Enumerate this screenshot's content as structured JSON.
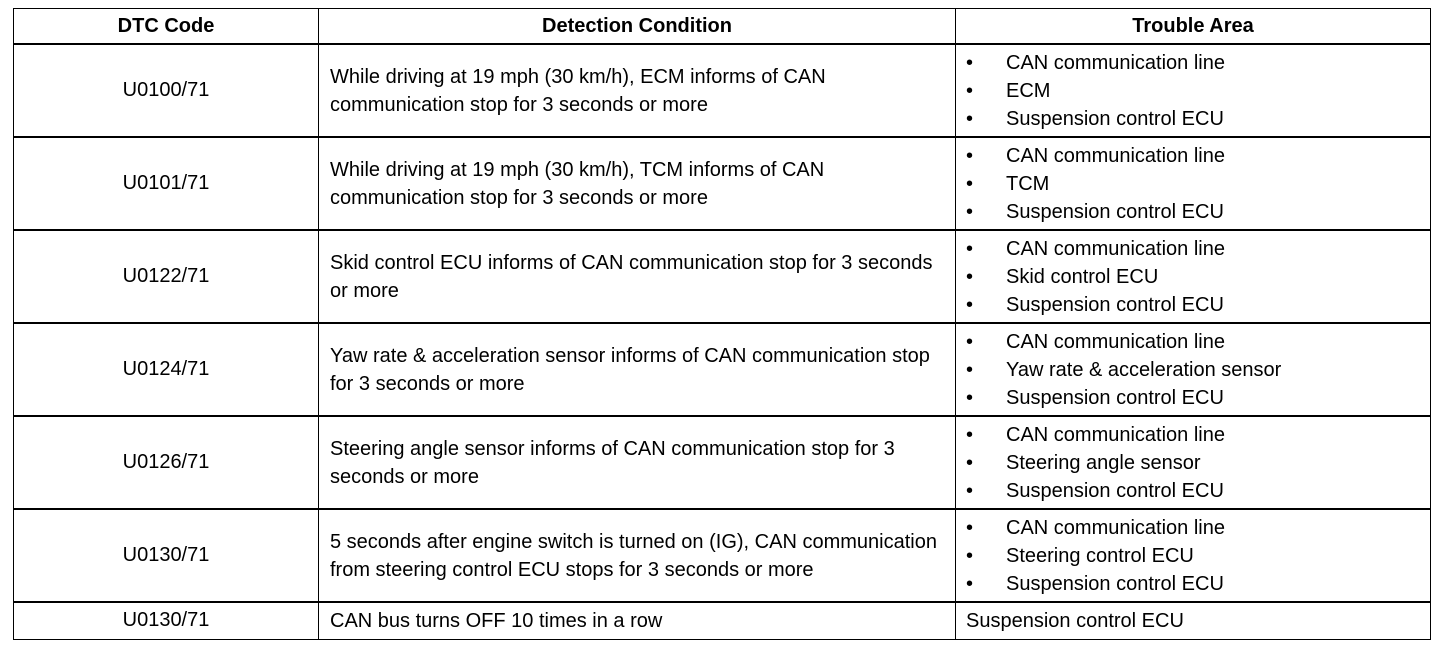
{
  "headers": {
    "code": "DTC Code",
    "condition": "Detection Condition",
    "area": "Trouble Area"
  },
  "bullet": "•",
  "rows": [
    {
      "code": "U0100/71",
      "condition": "While driving at 19 mph (30 km/h), ECM informs of CAN communication stop for 3 seconds or more",
      "areas": [
        "CAN communication line",
        "ECM",
        "Suspension control ECU"
      ]
    },
    {
      "code": "U0101/71",
      "condition": "While driving at 19 mph (30 km/h), TCM informs of CAN communication stop for 3 seconds or more",
      "areas": [
        "CAN communication line",
        "TCM",
        "Suspension control ECU"
      ]
    },
    {
      "code": "U0122/71",
      "condition": "Skid control ECU informs of CAN communication stop for 3 seconds or more",
      "areas": [
        "CAN communication line",
        "Skid control ECU",
        "Suspension control ECU"
      ]
    },
    {
      "code": "U0124/71",
      "condition": "Yaw rate & acceleration sensor informs of CAN communication stop for 3 seconds or more",
      "areas": [
        "CAN communication line",
        "Yaw rate & acceleration sensor",
        "Suspension control ECU"
      ]
    },
    {
      "code": "U0126/71",
      "condition": "Steering angle sensor informs of CAN communication stop for 3 seconds or more",
      "areas": [
        "CAN communication line",
        "Steering angle sensor",
        "Suspension control ECU"
      ]
    },
    {
      "code": "U0130/71",
      "condition": "5 seconds after engine switch is turned on (IG), CAN communication from steering control ECU stops for 3 seconds or more",
      "areas": [
        "CAN communication line",
        "Steering control ECU",
        "Suspension control ECU"
      ]
    },
    {
      "code": "U0130/71",
      "condition": "CAN bus turns OFF 10 times in a row",
      "area_text": "Suspension control ECU"
    }
  ]
}
